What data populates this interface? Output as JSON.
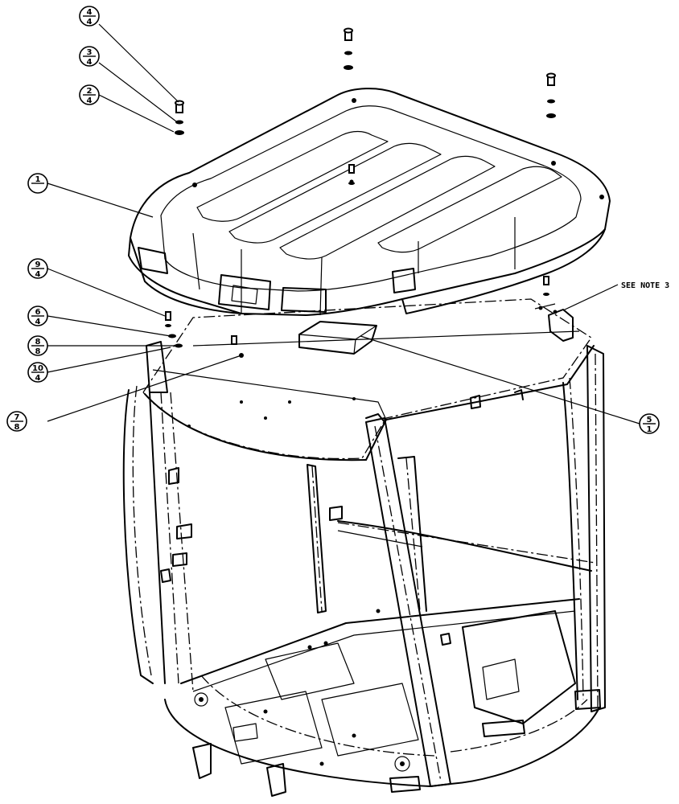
{
  "callouts": [
    {
      "item": "4",
      "qty": "4"
    },
    {
      "item": "3",
      "qty": "4"
    },
    {
      "item": "2",
      "qty": "4"
    },
    {
      "item": "1",
      "qty": ""
    },
    {
      "item": "9",
      "qty": "4"
    },
    {
      "item": "6",
      "qty": "4"
    },
    {
      "item": "8",
      "qty": "8"
    },
    {
      "item": "10",
      "qty": "4"
    },
    {
      "item": "7",
      "qty": "8"
    },
    {
      "item": "5",
      "qty": "1"
    }
  ],
  "note": {
    "text": "SEE NOTE 3"
  }
}
